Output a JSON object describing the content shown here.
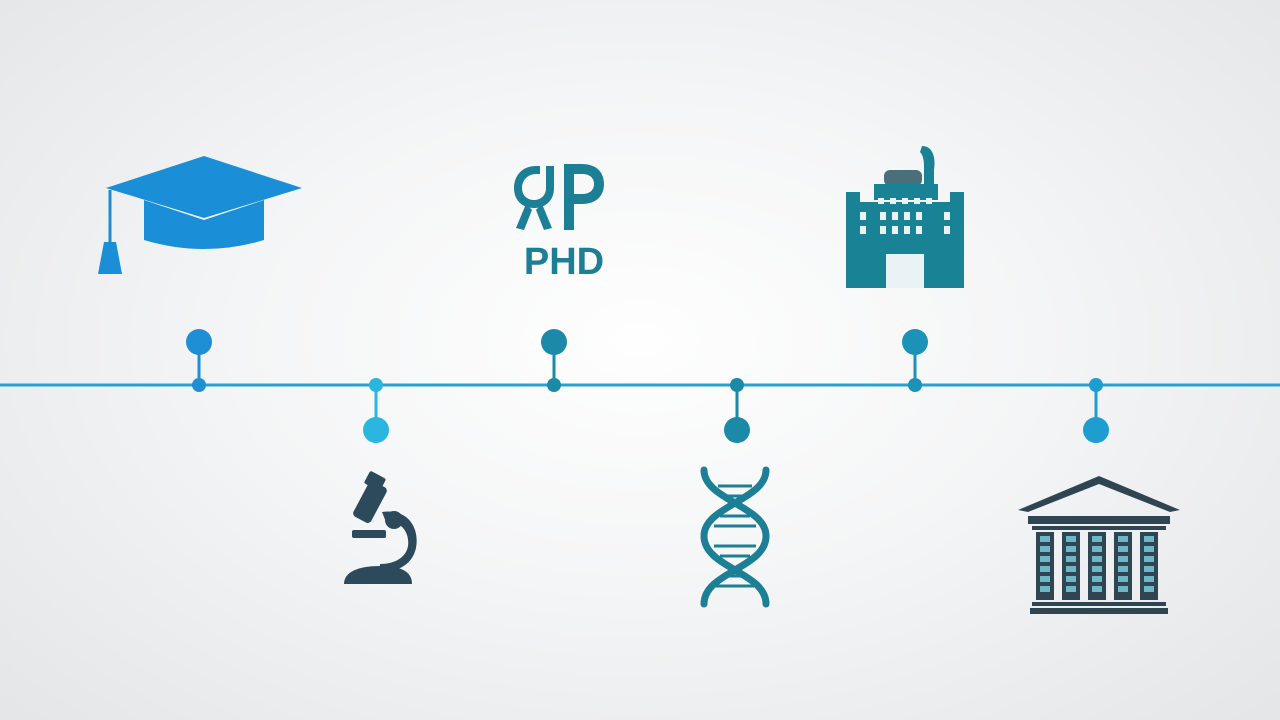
{
  "timeline": {
    "line_color": "#2a9fd6",
    "milestones": [
      {
        "icon": "graduation-cap-icon",
        "position": "above",
        "color": "#1a8fd8"
      },
      {
        "icon": "microscope-icon",
        "position": "below",
        "color": "#2c4a5c"
      },
      {
        "icon": "phd-diploma-icon",
        "position": "above",
        "color": "#1c7f96",
        "label": "PHD"
      },
      {
        "icon": "dna-helix-icon",
        "position": "below",
        "color": "#1c7f96"
      },
      {
        "icon": "hospital-building-icon",
        "position": "above",
        "color": "#1a8295"
      },
      {
        "icon": "university-building-icon",
        "position": "below",
        "color": "#2f4652"
      }
    ]
  },
  "colors": {
    "primary_blue": "#1a8fd8",
    "light_blue": "#2bb6e0",
    "teal": "#1c7f96",
    "slate": "#2c4a5c"
  }
}
